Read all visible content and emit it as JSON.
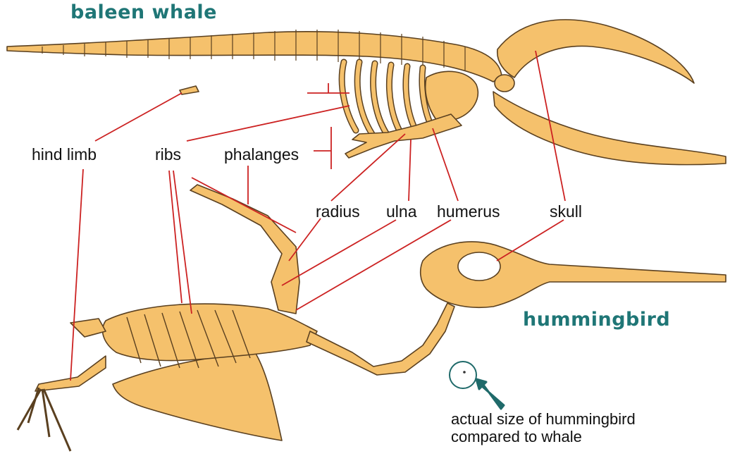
{
  "titles": {
    "whale": "baleen whale",
    "bird": "hummingbird"
  },
  "labels": {
    "hind_limb": "hind limb",
    "ribs": "ribs",
    "phalanges": "phalanges",
    "radius": "radius",
    "ulna": "ulna",
    "humerus": "humerus",
    "skull": "skull"
  },
  "note": {
    "line1": "actual size of hummingbird",
    "line2": "compared to whale"
  },
  "colors": {
    "bone": "#f5c16c",
    "bone_outline": "#5a4020",
    "leader_line": "#cc2222",
    "title_teal": "#1f7676",
    "arrow_teal": "#1f6a6a"
  }
}
